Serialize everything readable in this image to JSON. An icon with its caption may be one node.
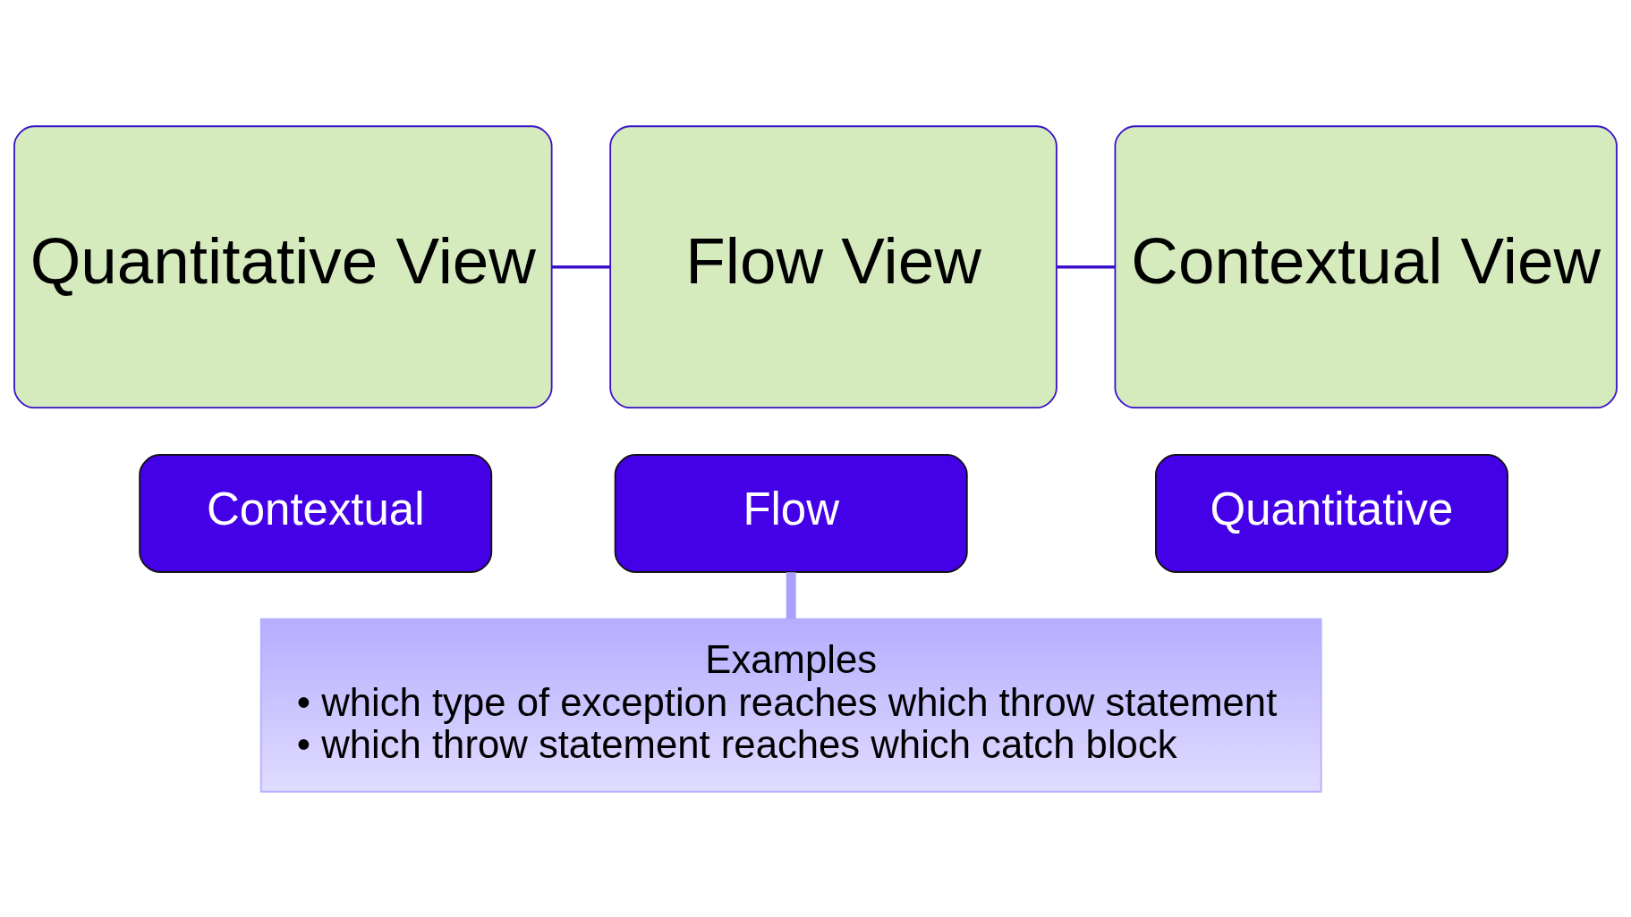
{
  "diagram": {
    "nodes": [
      {
        "text": [
          "Quantitative View"
        ]
      },
      {
        "text": [
          "Flow View"
        ]
      },
      {
        "text": [
          "Contextual View"
        ]
      },
      {
        "text": [
          "Contextual"
        ]
      },
      {
        "text": [
          "Flow"
        ]
      },
      {
        "text": [
          "Quantitative"
        ]
      },
      {
        "text": [
          "Examples",
          "• which type of exception reaches which throw statement",
          "• which throw statement reaches which catch block"
        ]
      }
    ],
    "edges": [
      {
        "from": 0,
        "to": 1,
        "arrow": "none"
      },
      {
        "from": 1,
        "to": 2,
        "arrow": "none"
      },
      {
        "from": 4,
        "to": 6,
        "arrow": "none",
        "style": "thick",
        "color": "#a9a0ff"
      }
    ]
  }
}
